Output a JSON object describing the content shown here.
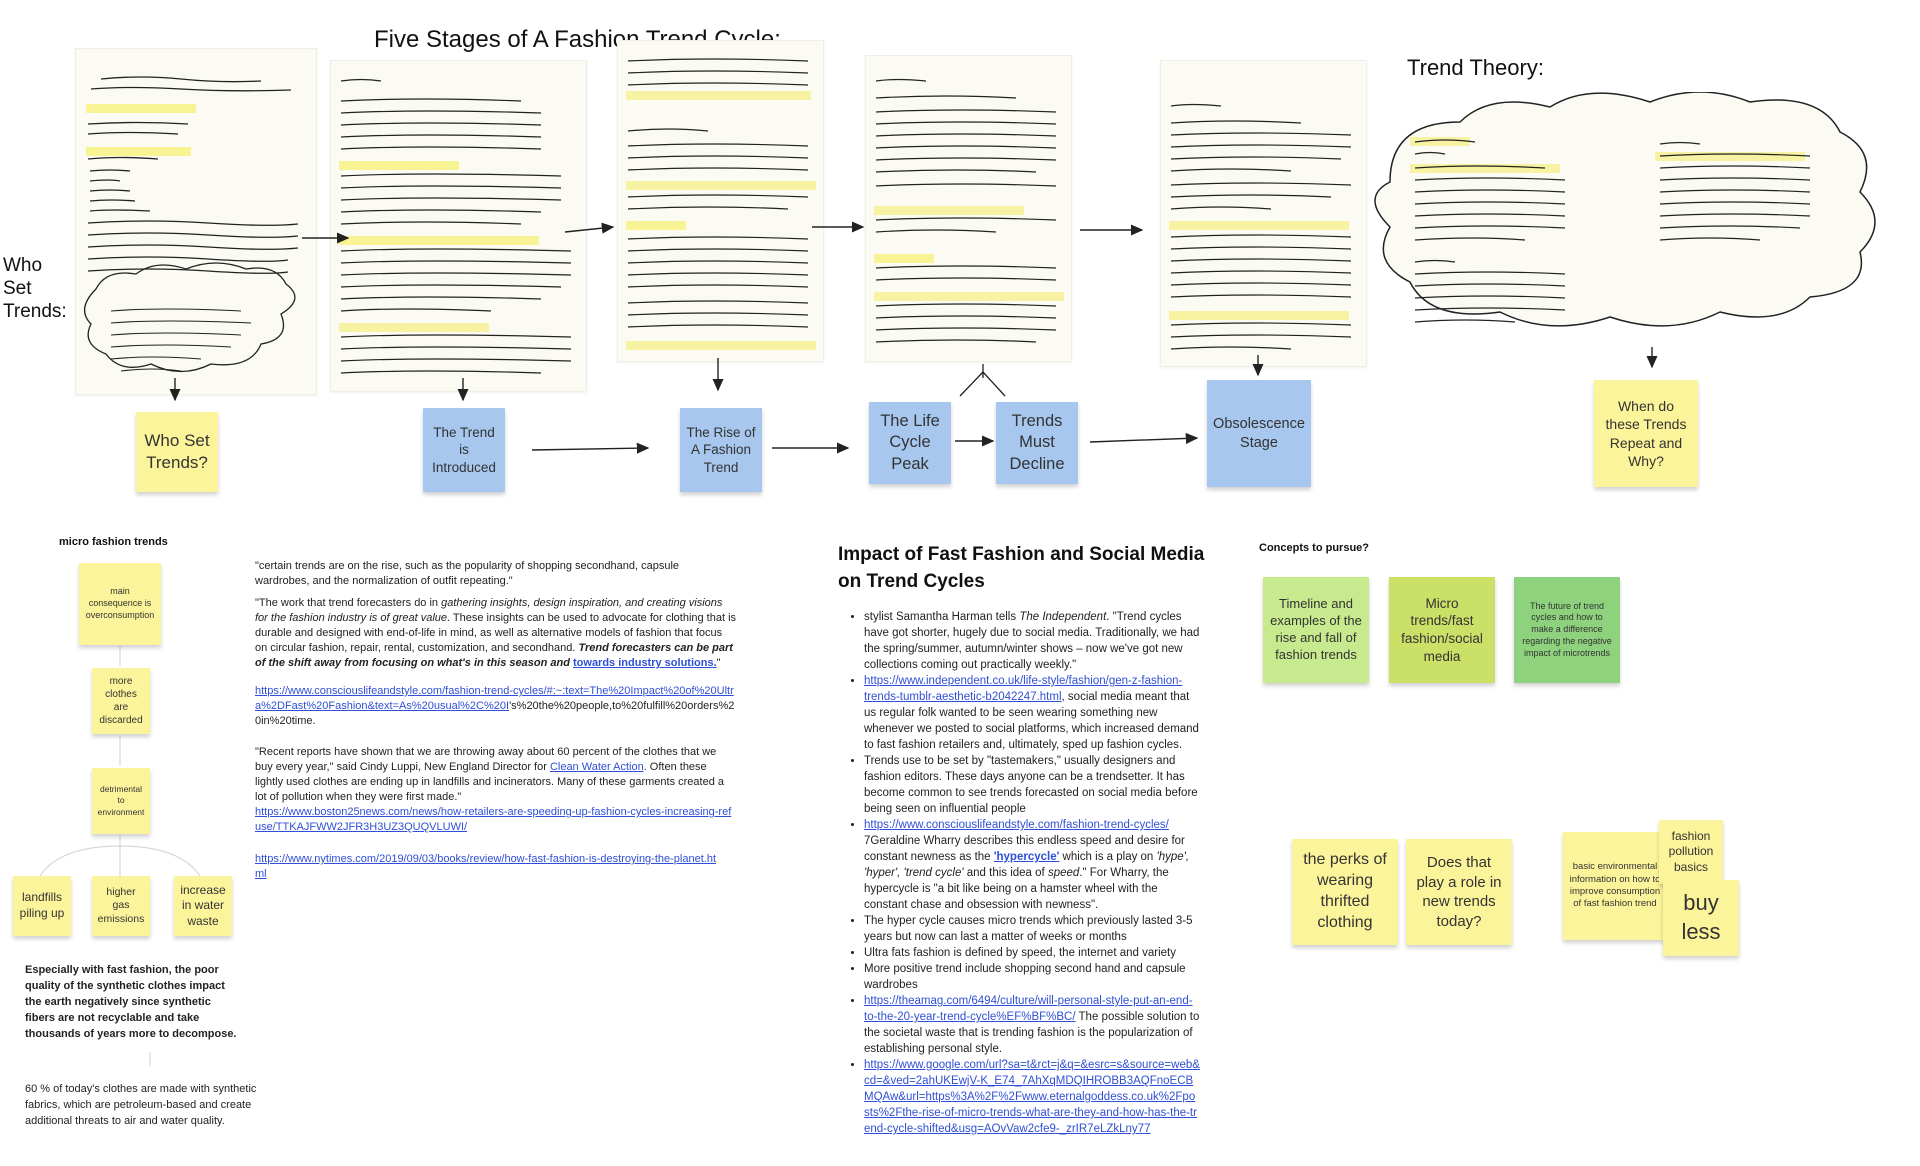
{
  "titles": {
    "main": "Five Stages of A Fashion Trend Cycle:",
    "trend_theory": "Trend Theory:",
    "who_set": "Who Set Trends:"
  },
  "stickies": {
    "who_set": "Who Set Trends?",
    "introduced": "The Trend is Introduced",
    "rise": "The Rise of A Fashion Trend",
    "peak": "The Life Cycle Peak",
    "decline": "Trends Must Decline",
    "obsolescence": "Obsolescence Stage",
    "repeat": "When do these Trends Repeat and Why?"
  },
  "micro": {
    "title": "micro fashion trends",
    "n1": "main consequence is overconsumption",
    "n2": "more clothes are discarded",
    "n3": "detrimental to environment",
    "n4": "landfills piling up",
    "n5": "higher gas emissions",
    "n6": "increase in water waste",
    "para1": "Especially with fast fashion, the poor quality of the synthetic clothes impact the earth negatively since synthetic fibers are not recyclable and take thousands of years more to decompose.",
    "para2": "60 % of today's clothes are made with synthetic fabrics, which are petroleum-based and create additional threats to air and water quality."
  },
  "quotes": {
    "q1": "\"certain trends are on the rise, such as the popularity of shopping secondhand, capsule wardrobes, and the normalization of outfit repeating.\"",
    "q2a": "\"The work that trend forecasters do in ",
    "q2b": "gathering insights, design inspiration, and creating visions for the fashion industry is of great value",
    "q2c": ". These insights can be used to advocate for clothing that is durable and designed with end-of-life in mind, as well as alternative models of fashion that focus on circular fashion, repair, rental, customization, and secondhand. ",
    "q2d": "Trend forecasters  can be part of the shift away from focusing on what's in this season and ",
    "q2e": "towards industry solutions.",
    "q2f": "\"",
    "link1": "https://www.consciouslifeandstyle.com/fashion-trend-cycles/#:~:text=The%20Impact%20of%20Ultra%2DFast%20Fashion&text=As%20usual%2C%20I",
    "link1b": "'s%20the%20people,to%20fulfill%20orders%20in%20time.",
    "q3a": "\"Recent reports have shown that we are throwing away about 60 percent of the clothes that we buy every year,\" said Cindy Luppi, New England Director for ",
    "q3b": "Clean Water Action",
    "q3c": ". Often these lightly used clothes are ending up in landfills and incinerators. Many of these garments created a lot of pollution when they were first made.\"",
    "link2": "https://www.boston25news.com/news/how-retailers-are-speeding-up-fashion-cycles-increasing-refuse/TTKAJFWW2JFR3H3UZ3QUQVLUWI/",
    "link3": "https://www.nytimes.com/2019/09/03/books/review/how-fast-fashion-is-destroying-the-planet.html"
  },
  "impact": {
    "heading": "Impact of Fast Fashion and Social Media on Trend Cycles",
    "b1a": "stylist Samantha Harman tells ",
    "b1b": "The Independent",
    "b1c": ". \"Trend cycles have got shorter, hugely due to social media. Traditionally, we had the spring/summer, autumn/winter shows – now we've got new collections coming out practically weekly.\"",
    "b2link": "https://www.independent.co.uk/life-style/fashion/gen-z-fashion-trends-tumblr-aesthetic-b2042247.html",
    "b2text": ",  social media meant that us regular folk wanted to be seen wearing something new whenever we posted to social platforms, which increased demand to fast fashion retailers and, ultimately, sped up fashion cycles.",
    "b3": "Trends use to be set by \"tastemakers,\" usually designers and fashion editors. These days anyone can be a trendsetter. It has become common to see trends forecasted on social media before being seen on influential people",
    "b4link": "https://www.consciouslifeandstyle.com/fashion-trend-cycles/",
    "b4a": "7Geraldine Wharry describes this endless speed and desire for constant newness as the ",
    "b4b": "'hypercycle'",
    "b4c": " which is a play on ",
    "b4d": "'hype', 'hyper', 'trend cycle'",
    "b4e": " and this idea of ",
    "b4f": "speed",
    "b4g": ".\" For Wharry, the hypercycle is \"a bit like being on a hamster wheel with the constant chase and obsession with newness\".",
    "b5": "The hyper cycle causes micro trends which previously lasted 3-5 years but now can last a matter of weeks or months",
    "b6": "Ultra fats fashion is defined by speed, the internet and variety",
    "b7": "More positive trend include shopping second hand and capsule wardrobes",
    "b8link": "https://theamag.com/6494/culture/will-personal-style-put-an-end-to-the-20-year-trend-cycle%EF%BF%BC/",
    "b8text": " The possible solution to the societal waste that is trending fashion is the popularization of establishing personal style.",
    "b9link": "https://www.google.com/url?sa=t&rct=j&q=&esrc=s&source=web&cd=&ved=2ahUKEwjV-K_E74_7AhXqMDQIHROBB3AQFnoECBMQAw&url=https%3A%2F%2Fwww.eternalgoddess.co.uk%2Fposts%2Fthe-rise-of-micro-trends-what-are-they-and-how-has-the-trend-cycle-shifted&usg=AOvVaw2cfe9-_zrIR7eLZkLny77"
  },
  "concepts": {
    "title": "Concepts to pursue?",
    "c1": "Timeline and examples of the rise and fall of fashion trends",
    "c2": "Micro trends/fast fashion/social media",
    "c3": "The future of trend cycles and how to make a difference regarding the negative impact of microtrends"
  },
  "lower_stickies": {
    "s1": "the perks of wearing thrifted clothing",
    "s2": "Does that play a role in new trends today?",
    "s3": "basic environmental information on how to improve consumption of fast fashion trend",
    "s4": "fashion pollution basics",
    "s5": "buy less"
  },
  "colors": {
    "yellow": "#fcf49a",
    "blue": "#a7c7ef",
    "green": "#c8ea8e",
    "link": "#2f4fd6"
  }
}
